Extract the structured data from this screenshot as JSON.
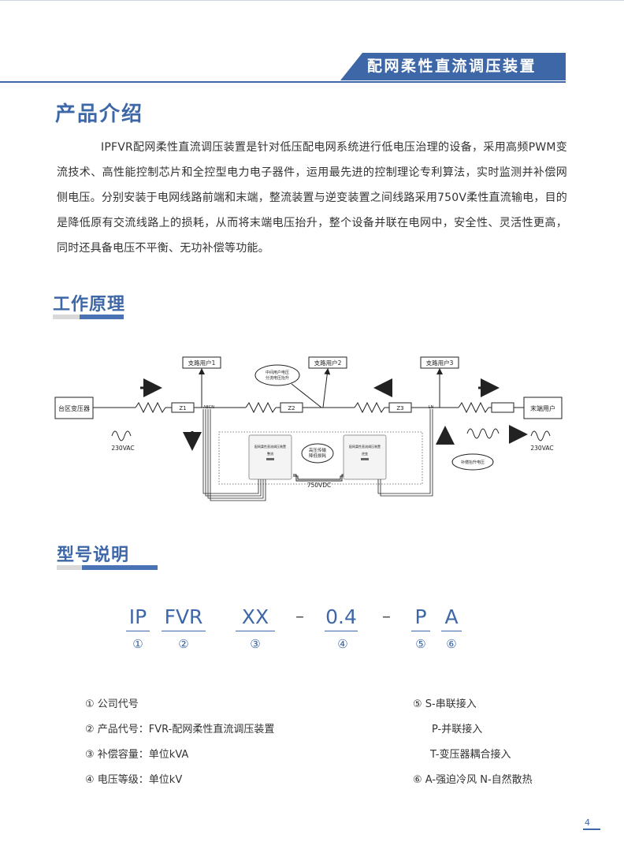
{
  "header": {
    "title": "配网柔性直流调压装置"
  },
  "intro": {
    "title": "产品介绍",
    "paragraph": "IPFVR配网柔性直流调压装置是针对低压配电网系统进行低电压治理的设备，采用高频PWM变流技术、高性能控制芯片和全控型电力电子器件，运用最先进的控制理论专利算法，实时监测并补偿网侧电压。分别安装于电网线路前端和末端，整流装置与逆变装置之间线路采用750V柔性直流输电，目的是降低原有交流线路上的损耗，从而将末端电压抬升，整个设备并联在电网中，安全性、灵活性更高，同时还具备电压不平衡、无功补偿等功能。"
  },
  "principle": {
    "title": "工作原理",
    "diagram": {
      "source": "台区变压器",
      "end_user": "末端用户",
      "branches": [
        "支路用户1",
        "支路用户2",
        "支路用户3"
      ],
      "impedances": [
        "Z1",
        "Z2",
        "Z3"
      ],
      "phase_labels": [
        "ABCN",
        "LN"
      ],
      "voltage_ac": "230VAC",
      "voltage_dc": "750VDC",
      "callout_mid": [
        "中间用户电压",
        "分流电压抬升"
      ],
      "callout_hv": [
        "高压传输",
        "降低损耗"
      ],
      "callout_comp": "补偿抬升电压",
      "device_left": [
        "配网柔性直流调压装置",
        "整流"
      ],
      "device_right": [
        "配网柔性直流调压装置",
        "逆变"
      ]
    }
  },
  "model": {
    "title": "型号说明",
    "segments": [
      "IP",
      "FVR",
      "XX",
      "0.4",
      "P",
      "A"
    ],
    "dash": "–",
    "numbers": [
      "①",
      "②",
      "③",
      "④",
      "⑤",
      "⑥"
    ],
    "legend_left": [
      "① 公司代号",
      "② 产品代号：FVR-配网柔性直流调压装置",
      "③ 补偿容量：单位kVA",
      "④  电压等级：单位kV"
    ],
    "legend_right": [
      "⑤ S-串联接入",
      "P-并联接入",
      "T-变压器耦合接入",
      "⑥ A-强迫冷风    N-自然散热"
    ]
  },
  "footer": {
    "page": "4"
  },
  "colors": {
    "accent": "#3e67a8",
    "arrow_red": "#d9262b"
  }
}
